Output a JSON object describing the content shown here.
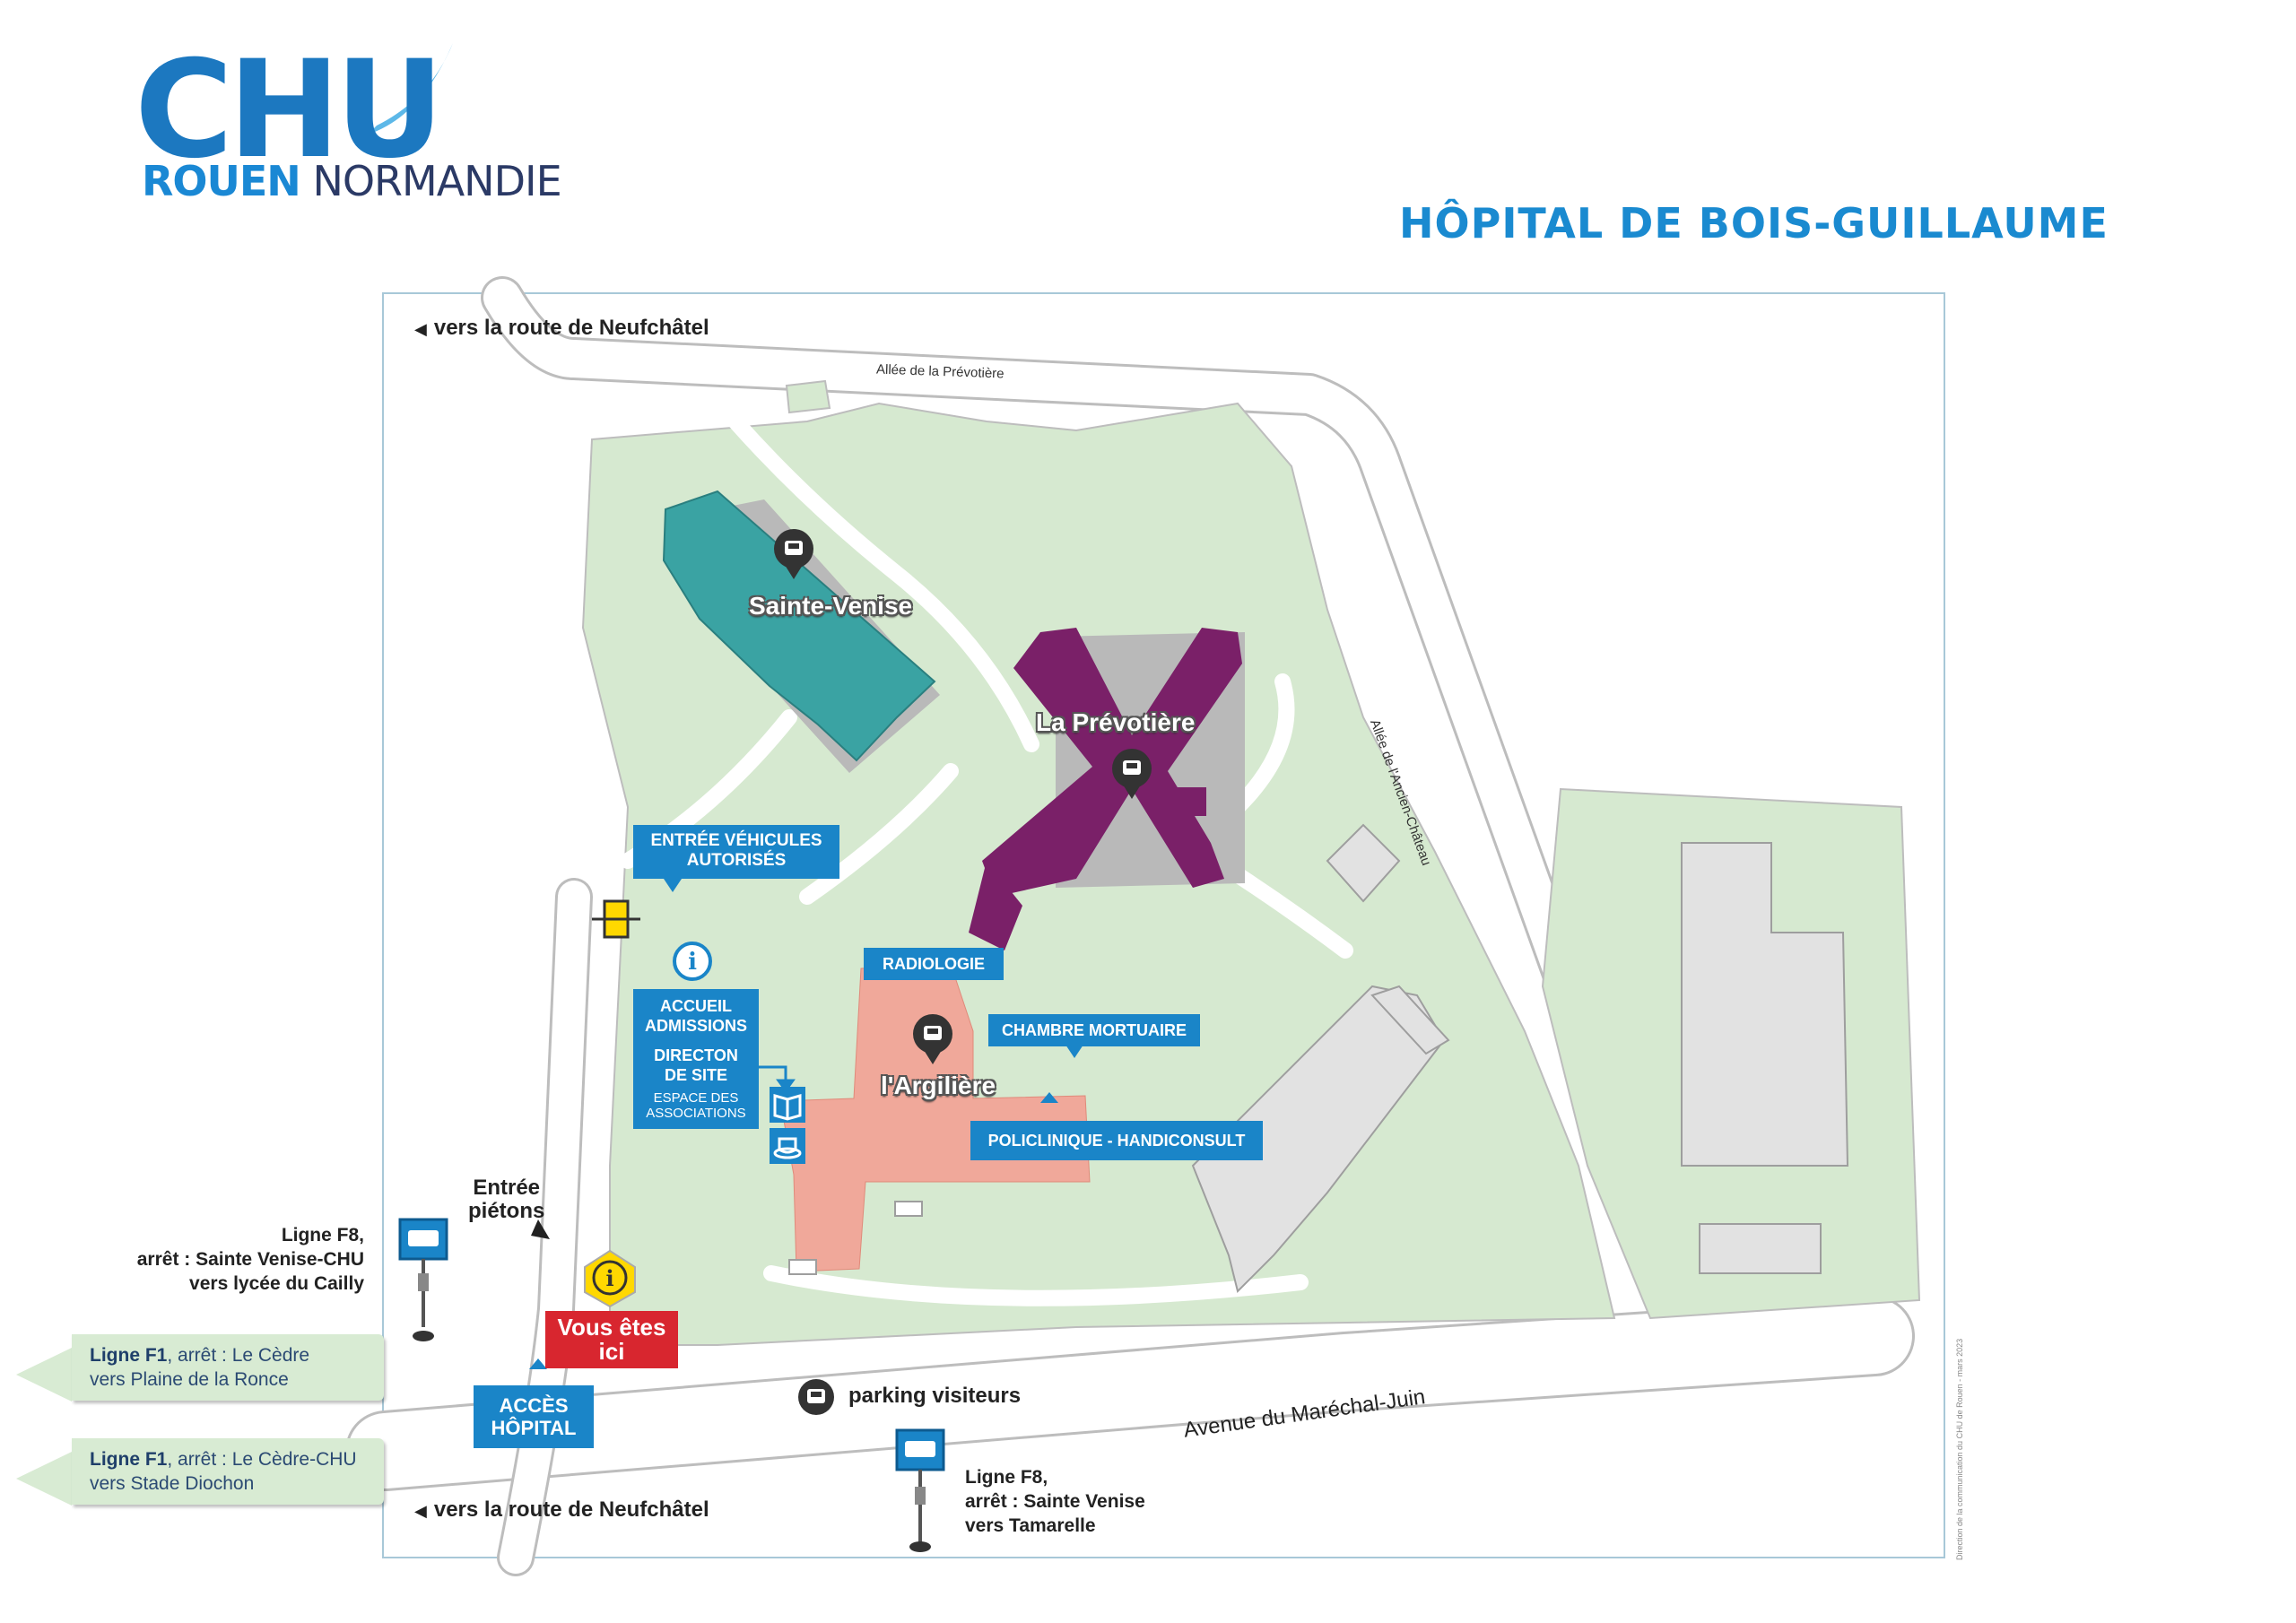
{
  "logo": {
    "chu": "CHU",
    "rouen": "ROUEN",
    "normandie": "NORMANDIE"
  },
  "title": "HÔPITAL DE BOIS-GUILLAUME",
  "roads": {
    "top_left": "vers la route de Neufchâtel",
    "bottom_left": "vers la route de Neufchâtel",
    "allee_prevotiere": "Allée de la Prévotière",
    "allee_ancien_chateau": "Allée de l'Ancien-Château",
    "avenue": "Avenue du Maréchal-Juin"
  },
  "buildings": {
    "sainte_venise": "Sainte-Venise",
    "prevotiere": "La Prévotière",
    "argiliere": "l'Argilière"
  },
  "labels": {
    "entree_vehicules": [
      "ENTRÉE VÉHICULES",
      "AUTORISÉS"
    ],
    "radiologie": "RADIOLOGIE",
    "chambre_mortuaire": "CHAMBRE MORTUAIRE",
    "policlinique": "POLICLINIQUE - HANDICONSULT",
    "accueil": [
      "ACCUEIL",
      "ADMISSIONS"
    ],
    "direction": [
      "DIRECTON",
      "DE SITE"
    ],
    "espace": [
      "ESPACE DES",
      "ASSOCIATIONS"
    ],
    "entree_pietons": [
      "Entrée",
      "piétons"
    ],
    "vous_etes_ici": [
      "Vous êtes",
      "ici"
    ],
    "acces_hopital": [
      "ACCÈS",
      "HÔPITAL"
    ],
    "parking": "parking visiteurs"
  },
  "bus": {
    "f8_north": [
      "Ligne F8,",
      "arrêt : Sainte Venise-CHU",
      "vers lycée du Cailly"
    ],
    "f8_south": [
      "Ligne F8,",
      "arrêt : Sainte Venise",
      "vers Tamarelle"
    ],
    "f1_a": {
      "line": "Ligne F1",
      "stop": ", arrêt : Le Cèdre",
      "dir": "vers Plaine de la Ronce"
    },
    "f1_b": {
      "line": "Ligne F1",
      "stop": ", arrêt : Le Cèdre-CHU",
      "dir": "vers Stade Diochon"
    }
  },
  "credit": "Direction de la communication du CHU de Rouen - mars 2023",
  "colors": {
    "brand_blue": "#1a85c8",
    "green_area": "#d6e9d0",
    "teal_building": "#3aa3a3",
    "purple_building": "#7a2068",
    "salmon_building": "#f0a89a",
    "grey_building": "#e2e2e2",
    "you_are_here": "#d8262f"
  }
}
